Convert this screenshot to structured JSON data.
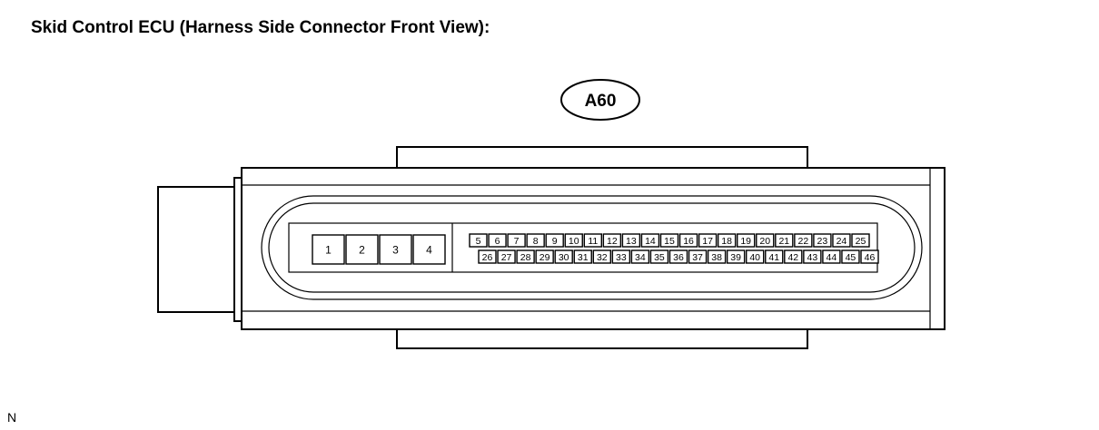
{
  "title": "Skid Control ECU (Harness Side Connector Front View):",
  "connector_code": "A60",
  "footer_code": "N",
  "large_pins": [
    "1",
    "2",
    "3",
    "4"
  ],
  "small_pins_top": [
    "5",
    "6",
    "7",
    "8",
    "9",
    "10",
    "11",
    "12",
    "13",
    "14",
    "15",
    "16",
    "17",
    "18",
    "19",
    "20",
    "21",
    "22",
    "23",
    "24",
    "25"
  ],
  "small_pins_bottom": [
    "26",
    "27",
    "28",
    "29",
    "30",
    "31",
    "32",
    "33",
    "34",
    "35",
    "36",
    "37",
    "38",
    "39",
    "40",
    "41",
    "42",
    "43",
    "44",
    "45",
    "46"
  ]
}
